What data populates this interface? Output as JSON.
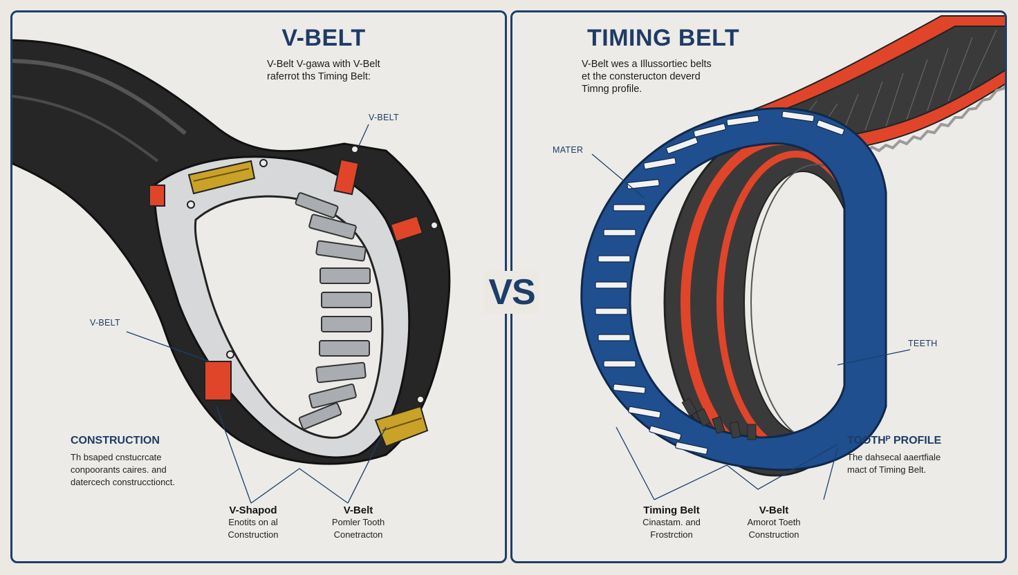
{
  "left": {
    "title": "V-BELT",
    "intro": [
      "V-Belt V-gawa with V-Belt",
      "raferrot ths Timing Belt:"
    ],
    "callout_top": "V-BELT",
    "callout_side": "V-BELT",
    "construction": {
      "heading": "CONSTRUCTION",
      "lines": [
        "Th bsaped cnstucrcate",
        "conpoorants caires. and",
        "datercech construcctionct."
      ]
    },
    "captions": [
      {
        "heading": "V-Shapod",
        "lines": [
          "Enotits on al",
          "Construction"
        ]
      },
      {
        "heading": "V-Belt",
        "lines": [
          "Pomler Tooth",
          "Conetracton"
        ]
      }
    ]
  },
  "vs_label": "VS",
  "right": {
    "title": "TIMING BELT",
    "intro": [
      "V-Belt wes a Illussortiec belts",
      "et  the consteructon deverd",
      "Timng profile."
    ],
    "callout_mater": "MATER",
    "callout_teeth": "TEETH",
    "tooth_profile": {
      "heading": "TOOTHᴾ PROFILE",
      "lines": [
        "The dahsecal aaertfiale",
        "mact of Timing Belt."
      ]
    },
    "captions": [
      {
        "heading": "Timing Belt",
        "lines": [
          "Cinastam. and",
          "Frostrction"
        ]
      },
      {
        "heading": "V-Belt",
        "lines": [
          "Amorot Toeth",
          "Construction"
        ]
      }
    ]
  },
  "colors": {
    "navy": "#1d3e6b",
    "belt_blue": "#1f4f8f",
    "belt_red": "#e0452a",
    "rubber_black": "#262626",
    "steel_grey": "#a9acb0",
    "gold": "#c9a227"
  }
}
